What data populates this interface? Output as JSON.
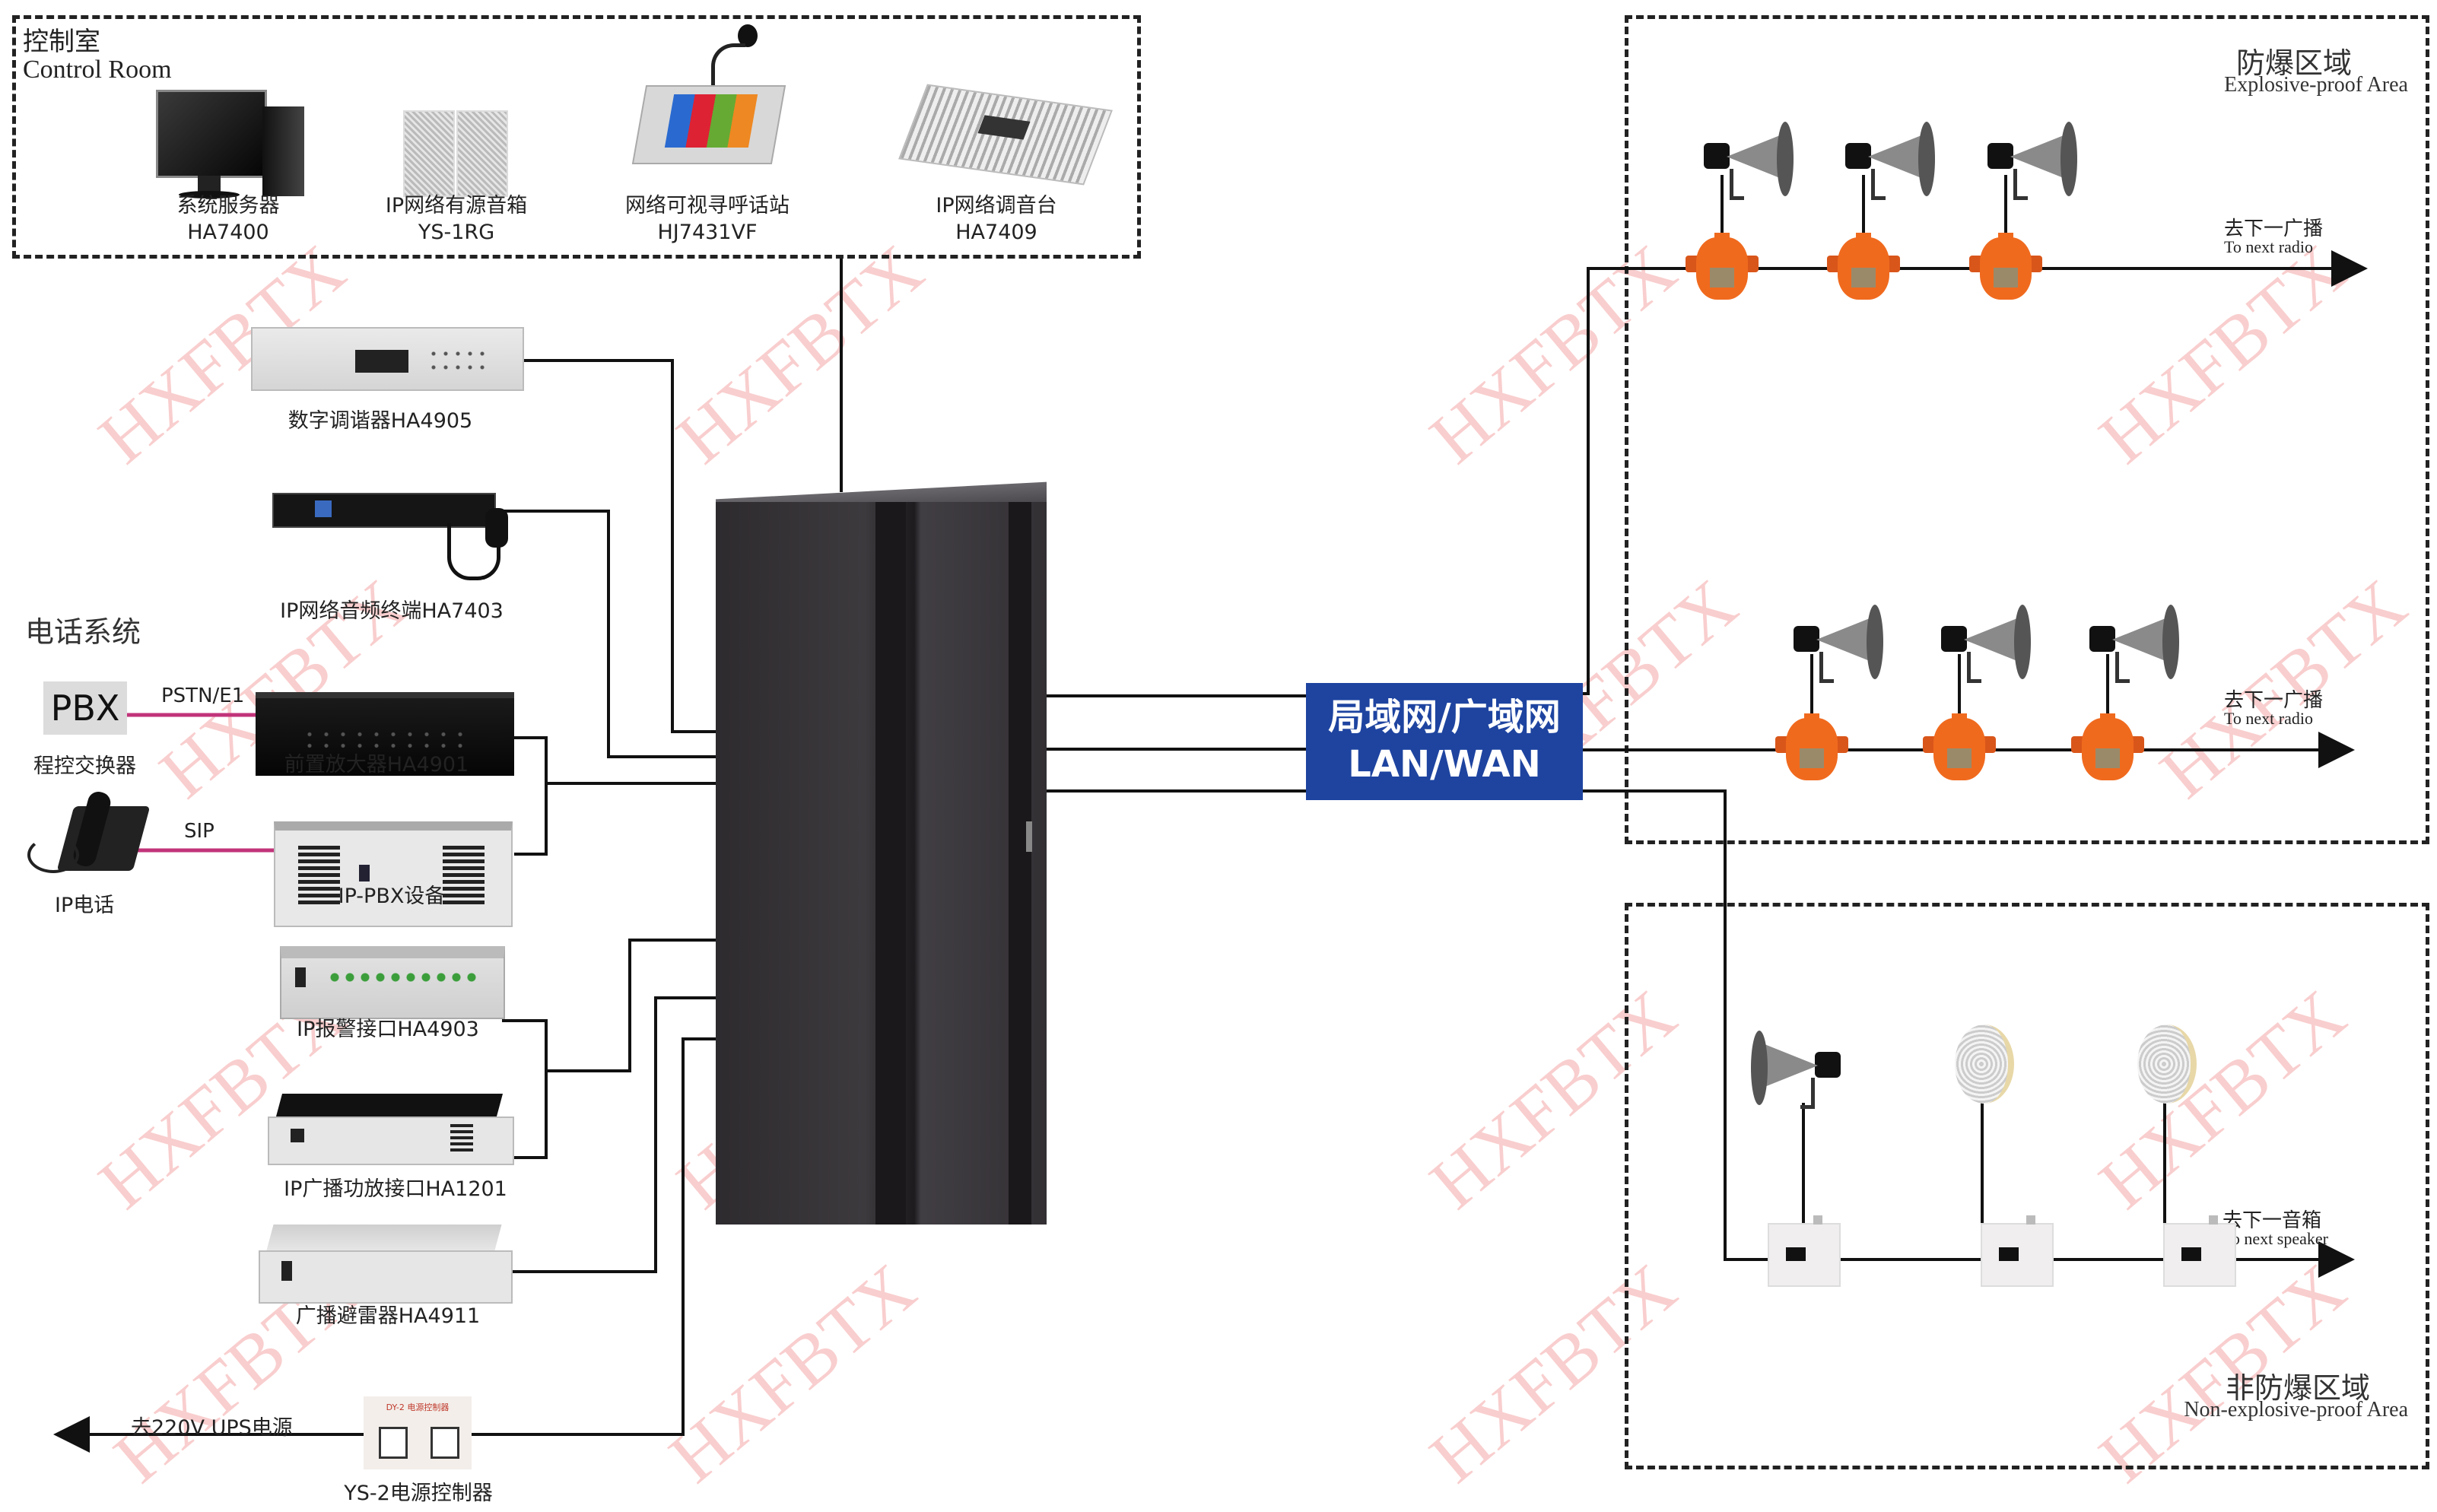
{
  "control_room": {
    "title_cn": "控制室",
    "title_en": "Control Room",
    "devices": [
      {
        "name_cn": "系统服务器",
        "model": "HA7400",
        "icon": "server-computer-icon"
      },
      {
        "name_cn": "IP网络有源音箱",
        "model": "YS-1RG",
        "icon": "active-speaker-icon"
      },
      {
        "name_cn": "网络可视寻呼话站",
        "model": "HJ7431VF",
        "icon": "paging-station-icon"
      },
      {
        "name_cn": "IP网络调音台",
        "model": "HA7409",
        "icon": "mixing-console-icon"
      }
    ]
  },
  "left_devices": [
    {
      "label": "数字调谐器HA4905",
      "icon": "digital-tuner-icon"
    },
    {
      "label": "IP网络音频终端HA7403",
      "icon": "audio-terminal-icon"
    },
    {
      "label": "前置放大器HA4901",
      "icon": "preamplifier-icon"
    },
    {
      "label": "IP-PBX设备",
      "icon": "ip-pbx-icon"
    },
    {
      "label": "IP报警接口HA4903",
      "icon": "alarm-interface-icon"
    },
    {
      "label": "IP广播功放接口HA1201",
      "icon": "amplifier-interface-icon"
    },
    {
      "label": "广播避雷器HA4911",
      "icon": "lightning-arrester-icon"
    },
    {
      "label": "YS-2电源控制器",
      "icon": "power-controller-icon"
    }
  ],
  "phone_system": {
    "title": "电话系统",
    "pbx_box": "PBX",
    "pbx_label": "程控交换器",
    "pstn_label": "PSTN/E1",
    "sip_label": "SIP",
    "ip_phone_label": "IP电话"
  },
  "power": {
    "ups_label": "去220V UPS电源",
    "panel_label": "DY-2 电源控制器"
  },
  "network": {
    "line1": "局域网/广域网",
    "line2": "LAN/WAN",
    "color": "#1e44a0"
  },
  "explosive_zone": {
    "title_cn": "防爆区域",
    "title_en": "Explosive-proof Area",
    "rows": [
      {
        "next_cn": "去下一广播",
        "next_en": "To next radio",
        "speakers": 3
      },
      {
        "next_cn": "去下一广播",
        "next_en": "To next radio",
        "speakers": 3
      }
    ]
  },
  "non_explosive_zone": {
    "title_cn": "非防爆区域",
    "title_en": "Non-explosive-proof Area",
    "next_cn": "去下一音箱",
    "next_en": "To next speaker",
    "speakers": [
      "horn-speaker-icon",
      "ceiling-speaker-icon",
      "ceiling-speaker-icon"
    ]
  },
  "watermark": "HXFBTX",
  "colors": {
    "phone_line": "#c2337a",
    "junction_box": "#f06a1e",
    "wire": "#111111"
  }
}
